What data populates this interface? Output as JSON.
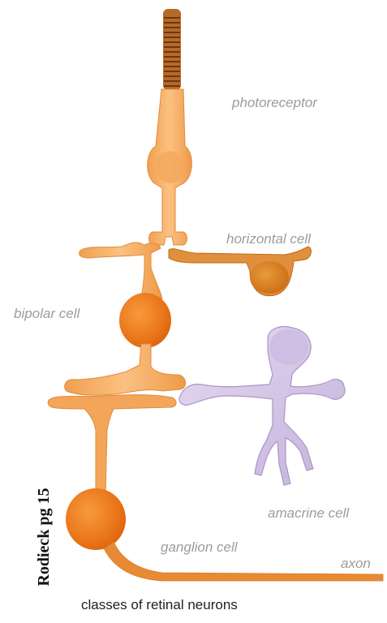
{
  "labels": {
    "photoreceptor": "photoreceptor",
    "horizontal_cell": "horizontal cell",
    "bipolar_cell": "bipolar cell",
    "amacrine_cell": "amacrine cell",
    "ganglion_cell": "ganglion cell",
    "axon": "axon"
  },
  "caption": "classes of retinal neurons",
  "credit": "Rodieck pg 15",
  "colors": {
    "neuron_fill": "#f6b06a",
    "neuron_dark": "#e9821e",
    "soma": "#ee7a1c",
    "photoreceptor_stripes": "#8a4a18",
    "amacrine_fill": "#d2c3e4",
    "amacrine_edge": "#a996c6",
    "label_text": "#9c9c9c",
    "caption_text": "#1f1f1f"
  }
}
